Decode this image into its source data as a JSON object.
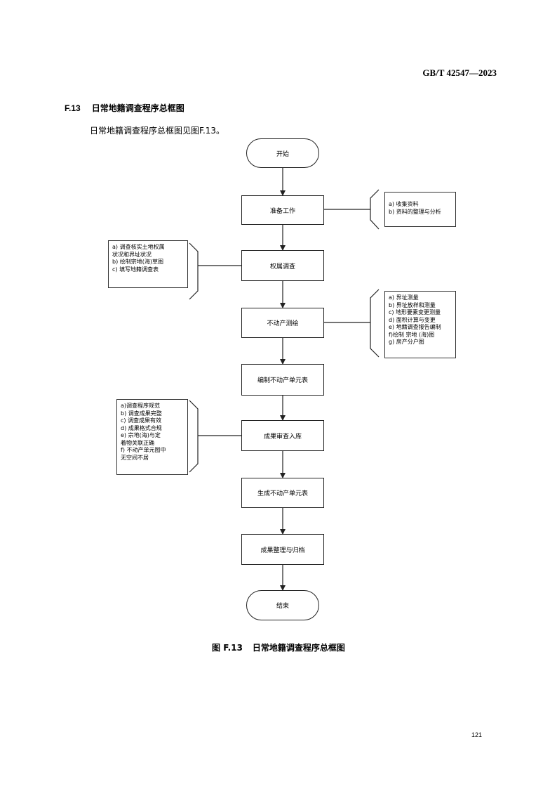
{
  "header": {
    "standard_code": "GB/T  42547—2023"
  },
  "section": {
    "number": "F.13",
    "title": "日常地籍调查程序总框图",
    "intro": "日常地籍调查程序总框图见图F.13。"
  },
  "flowchart": {
    "nodes": {
      "start": "开始",
      "prep": "准备工作",
      "ownership": "权属调查",
      "survey": "不动产测绘",
      "unit_table": "编制不动产单元表",
      "review": "成果审查入库",
      "generate": "生成不动产单元表",
      "archive": "成果整理与归档",
      "end": "结束"
    },
    "notes": {
      "prep": [
        "a) 收集资料",
        "b) 资料的整理与分析"
      ],
      "ownership": [
        "a) 调查核实土地权属",
        "   状况和界址状况",
        "b) 绘制宗地(海)草图",
        "c) 填写地籍调查表"
      ],
      "survey": [
        "a) 界址测量",
        "b) 界址放样和测量",
        "c) 地形要素变更测量",
        "d) 面积计算与变更",
        "e) 地籍调查报告编制",
        "f)绘制 宗地 (海)图",
        "g) 房产分户图"
      ],
      "review": [
        "a)调查程序规范",
        "b) 调查成果完整",
        "c) 调查成果有效",
        "d) 成果格式合规",
        "e) 宗地(海)与定",
        "   着物关联正确",
        "f) 不动产单元图中",
        "   无空间不居"
      ]
    }
  },
  "caption": {
    "label": "图 F.13",
    "title": "日常地籍调查程序总框图"
  },
  "footer": {
    "page_number": "121"
  }
}
